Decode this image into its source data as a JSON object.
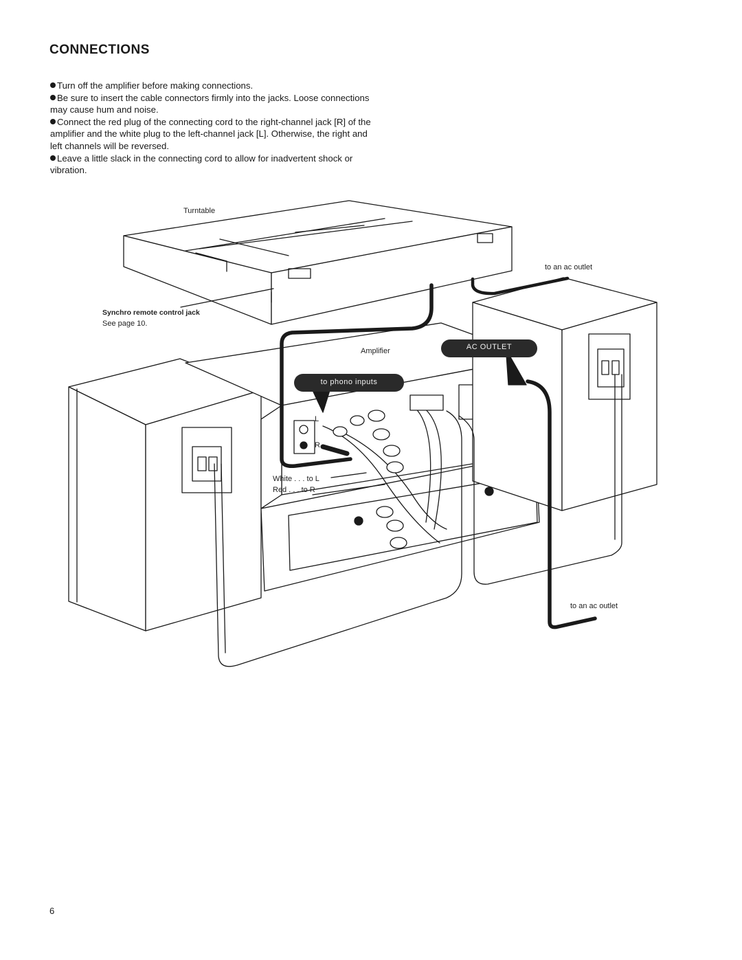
{
  "page": {
    "title": "CONNECTIONS",
    "instructions": [
      "Turn off the amplifier before making connections.",
      "Be sure to insert the cable connectors firmly into the jacks. Loose connections may cause hum and noise.",
      "Connect the red plug of the connecting cord to the right-channel jack [R] of the amplifier and the white plug to the left-channel jack [L]. Otherwise, the right and left channels will be reversed.",
      "Leave a little slack in the connecting cord to allow for inadvertent shock or vibration."
    ],
    "page_number": "6"
  },
  "diagram": {
    "turntable_label": "Turntable",
    "outlet_top_label": "to an ac outlet",
    "synchro_label": "Synchro remote control jack",
    "see_page_label": "See page 10.",
    "amplifier_label": "Amplifier",
    "ac_outlet_pill": "AC OUTLET",
    "phono_pill": "to phono inputs",
    "jack_l_label": "L",
    "jack_r_label": "R",
    "white_label": "White . . . to L",
    "red_label": "Red . . . to R",
    "outlet_bottom_label": "to an ac outlet"
  }
}
